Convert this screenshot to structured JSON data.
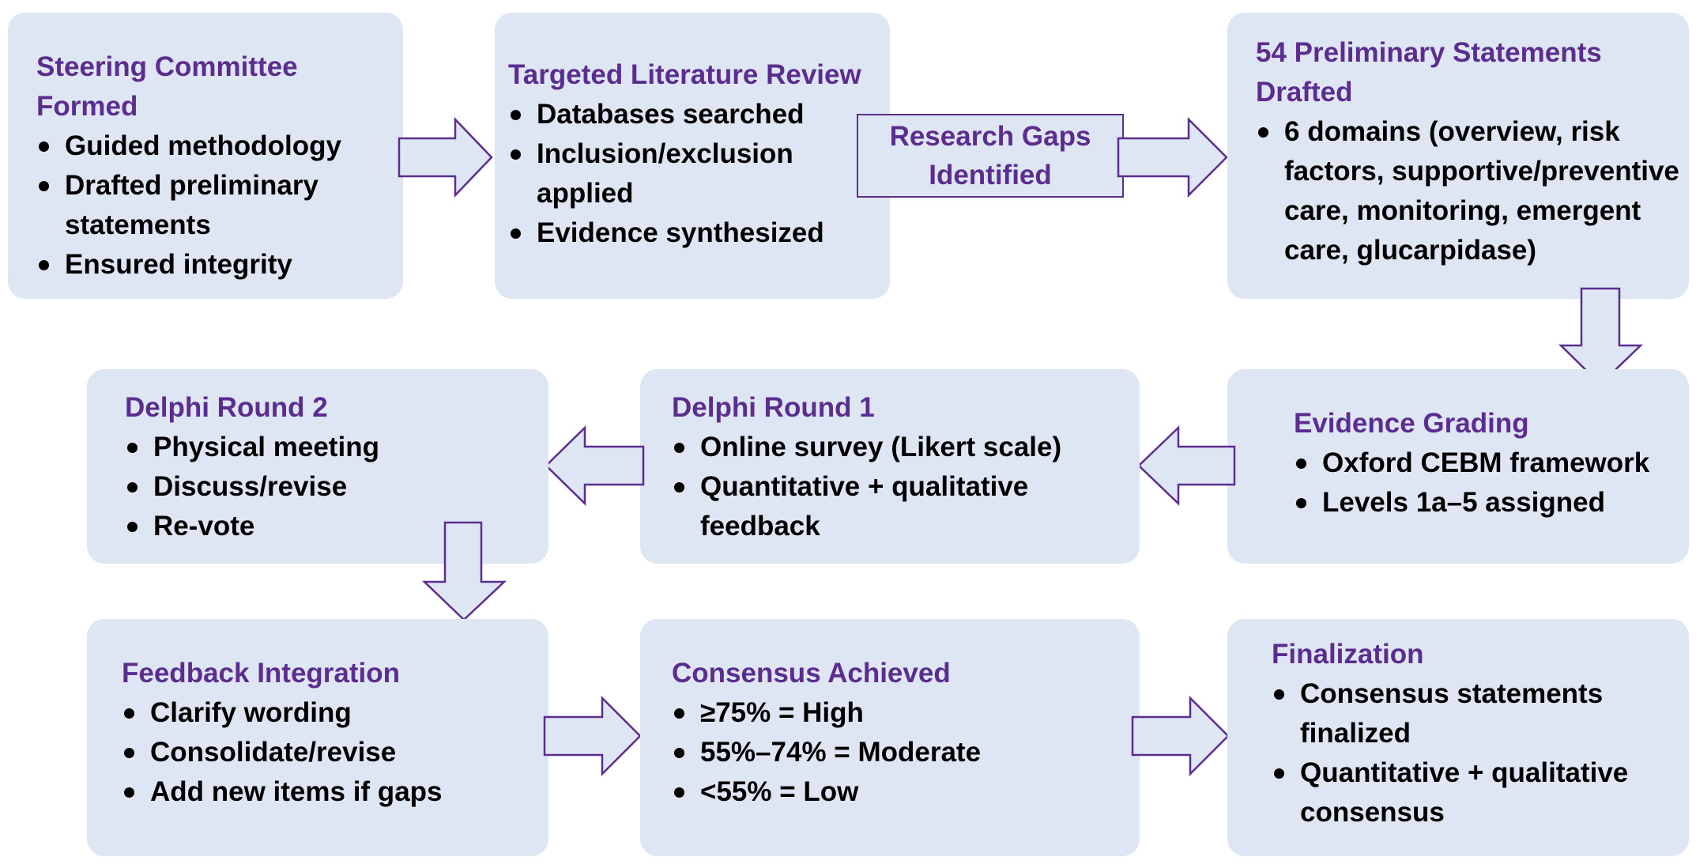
{
  "steering": {
    "title": "Steering Committee Formed",
    "items": [
      "Guided methodology",
      "Drafted preliminary statements",
      "Ensured integrity"
    ]
  },
  "literature": {
    "title": "Targeted Literature Review",
    "items": [
      "Databases searched",
      "Inclusion/exclusion applied",
      "Evidence synthesized"
    ]
  },
  "gaps": {
    "label": "Research Gaps\nIdentified"
  },
  "preliminary": {
    "title": "54 Preliminary Statements Drafted",
    "items": [
      "6 domains (overview, risk factors, supportive/preventive care, monitoring, emergent care, glucarpidase)"
    ]
  },
  "grading": {
    "title": "Evidence Grading",
    "items": [
      "Oxford CEBM framework",
      "Levels 1a–5 assigned"
    ]
  },
  "round1": {
    "title": "Delphi Round 1",
    "items": [
      "Online survey (Likert scale)",
      "Quantitative + qualitative feedback"
    ]
  },
  "round2": {
    "title": "Delphi Round 2",
    "items": [
      "Physical meeting",
      "Discuss/revise",
      "Re-vote"
    ]
  },
  "feedback": {
    "title": "Feedback Integration",
    "items": [
      "Clarify wording",
      "Consolidate/revise",
      "Add new items if gaps"
    ]
  },
  "consensus": {
    "title": "Consensus Achieved",
    "items": [
      "≥75% = High",
      "55%–74% = Moderate",
      "<55% = Low"
    ]
  },
  "finalization": {
    "title": "Finalization",
    "items": [
      "Consensus statements finalized",
      "Quantitative + qualitative consensus"
    ]
  },
  "colors": {
    "title": "#5b2d8e",
    "box_fill": "#dde6f2",
    "text": "#000000"
  }
}
